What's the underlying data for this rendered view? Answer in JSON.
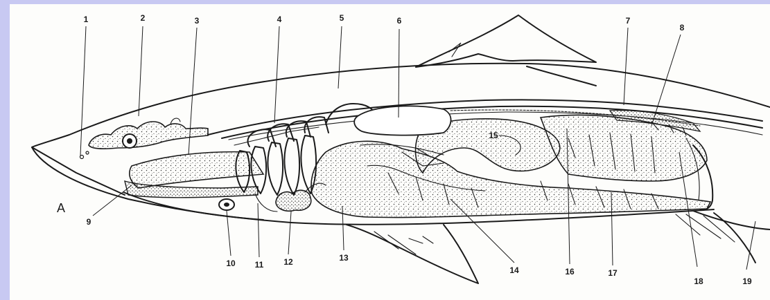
{
  "panel_label": "A",
  "callout_numbers": [
    "1",
    "2",
    "3",
    "4",
    "5",
    "6",
    "7",
    "8",
    "9",
    "10",
    "11",
    "12",
    "13",
    "14",
    "15",
    "16",
    "17",
    "18",
    "19"
  ],
  "colors": {
    "background": "#c8c9f2",
    "paper": "#fdfdfb",
    "ink": "#1a1a1a"
  }
}
